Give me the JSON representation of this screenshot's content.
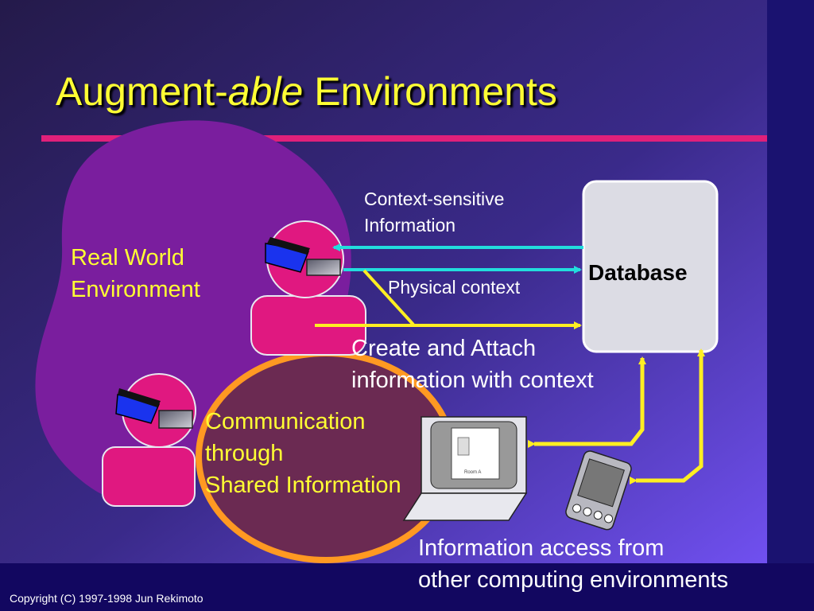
{
  "title": {
    "part1": "Augment-",
    "italic": "able",
    "part2": " Environments"
  },
  "labels": {
    "real_world": [
      "Real World",
      "Environment"
    ],
    "context_sensitive": [
      "Context-sensitive",
      "Information"
    ],
    "physical_context": "Physical context",
    "database": "Database",
    "create_attach": [
      "Create and Attach",
      "information with context"
    ],
    "communication": [
      "Communication",
      "through",
      "Shared Information"
    ],
    "info_access": [
      "Information access from",
      "other computing environments"
    ],
    "screen_text": "Room A"
  },
  "footer": {
    "copyright": "Copyright (C) 1997-1998 Jun Rekimoto"
  },
  "colors": {
    "title": "#ffff33",
    "accent_line": "#e0207a",
    "person": "#e01880",
    "arrow_cyan": "#22dddd",
    "arrow_yellow": "#ffee22",
    "ellipse_ring": "#ff9922",
    "blob": "#7a1e9e"
  }
}
